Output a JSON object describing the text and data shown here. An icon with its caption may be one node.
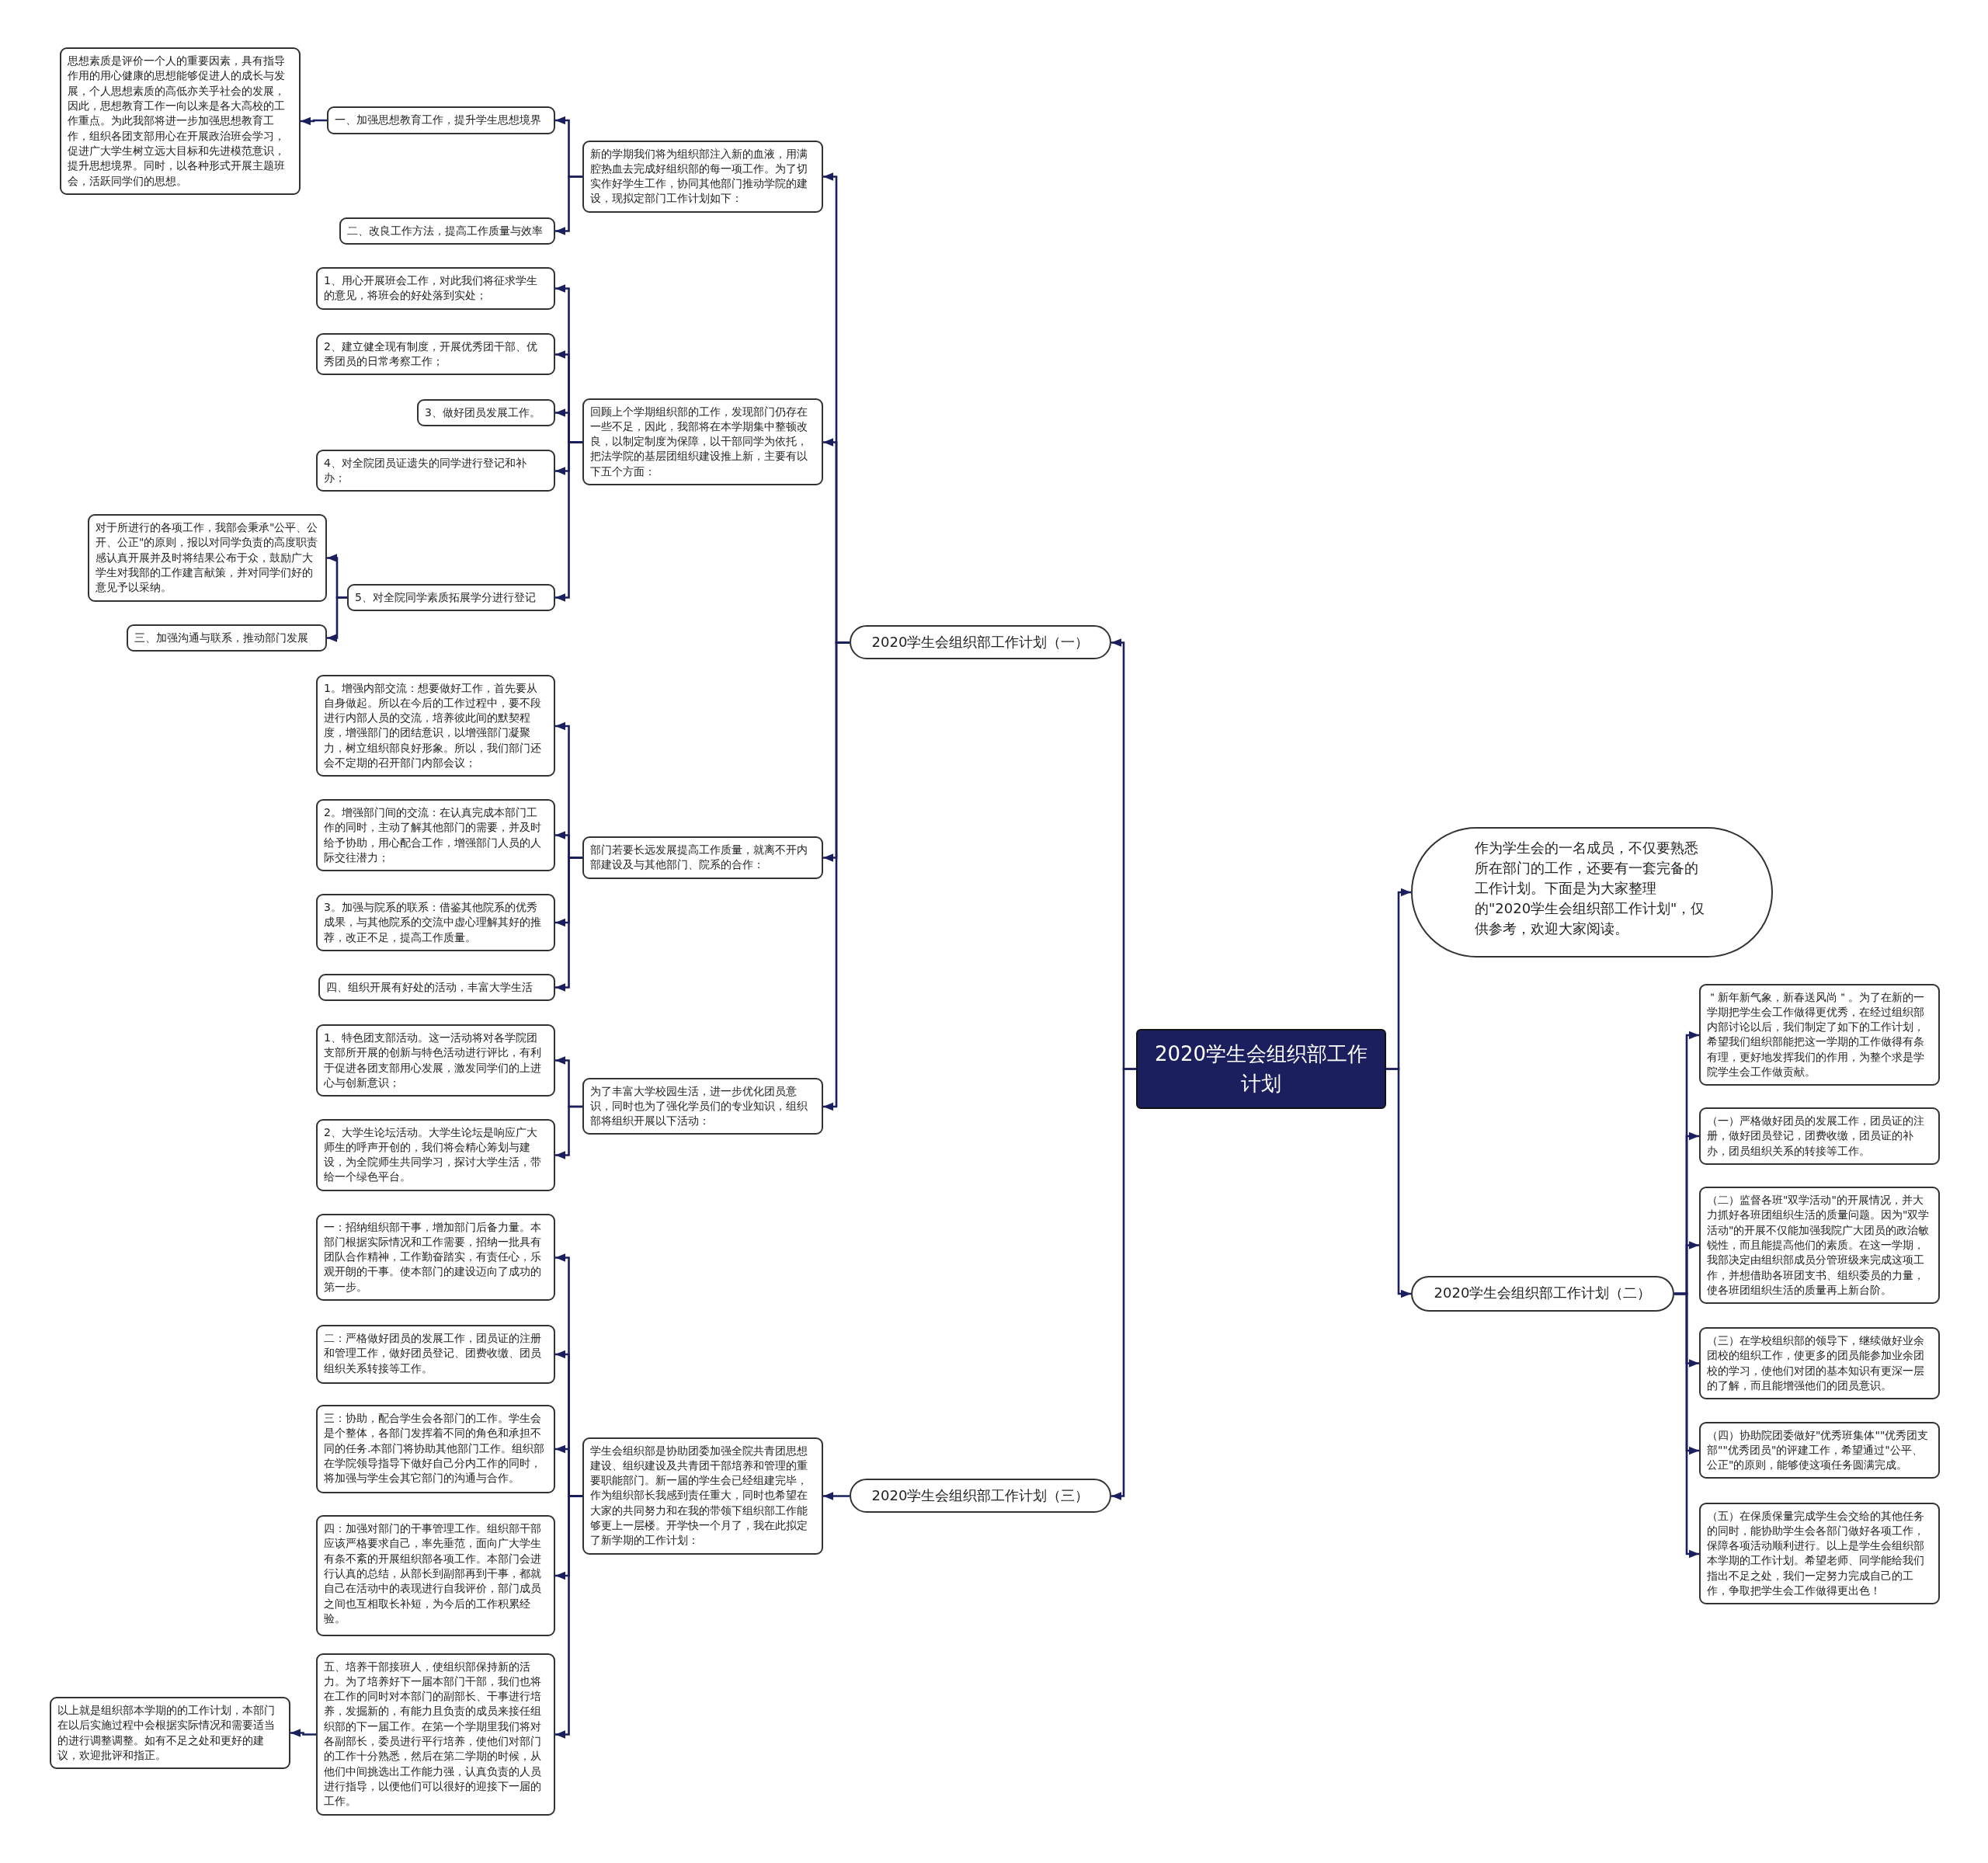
{
  "diagram": {
    "nodes": [
      {
        "text": [
          "2020学生会组织部工作计划"
        ]
      },
      {
        "text": [
          "作为学生会的一名成员，不仅要熟悉所在部门的工作，还要有一套完备的工作计划。下面是为大家整理的\"2020学生会组织部工作计划\"，仅供参考，欢迎大家阅读。"
        ]
      },
      {
        "text": [
          "2020学生会组织部工作计划（二）"
        ]
      },
      {
        "text": [
          "＂新年新气象，新春送风尚＂。为了在新的一学期把学生会工作做得更优秀，在经过组织部内部讨论以后，我们制定了如下的工作计划，希望我们组织部能把这一学期的工作做得有条有理，更好地发挥我们的作用，为整个求是学院学生会工作做贡献。"
        ]
      },
      {
        "text": [
          "（一）严格做好团员的发展工作，团员证的注册，做好团员登记，团费收缴，团员证的补办，团员组织关系的转接等工作。"
        ]
      },
      {
        "text": [
          "（二）监督各班\"双学活动\"的开展情况，并大力抓好各班团组织生活的质量问题。因为\"双学活动\"的开展不仅能加强我院广大团员的政治敏锐性，而且能提高他们的素质。在这一学期，我部决定由组织部成员分管班级来完成这项工作，并想借助各班团支书、组织委员的力量，使各班团组织生活的质量再上新台阶。"
        ]
      },
      {
        "text": [
          "（三）在学校组织部的领导下，继续做好业余团校的组织工作，使更多的团员能参加业余团校的学习，使他们对团的基本知识有更深一层的了解，而且能增强他们的团员意识。"
        ]
      },
      {
        "text": [
          "（四）协助院团委做好\"优秀班集体\"\"优秀团支部\"\"优秀团员\"的评建工作，希望通过\"公平、公正\"的原则，能够使这项任务圆满完成。"
        ]
      },
      {
        "text": [
          "（五）在保质保量完成学生会交给的其他任务的同时，能协助学生会各部门做好各项工作，保障各项活动顺利进行。以上是学生会组织部本学期的工作计划。希望老师、同学能给我们指出不足之处，我们一定努力完成自己的工作，争取把学生会工作做得更出色！"
        ]
      },
      {
        "text": [
          "2020学生会组织部工作计划（一）"
        ]
      },
      {
        "text": [
          "2020学生会组织部工作计划（三）"
        ]
      },
      {
        "text": [
          "新的学期我们将为组织部注入新的血液，用满腔热血去完成好组织部的每一项工作。为了切实作好学生工作，协同其他部门推动学院的建设，现拟定部门工作计划如下："
        ]
      },
      {
        "text": [
          "回顾上个学期组织部的工作，发现部门仍存在一些不足，因此，我部将在本学期集中整顿改良，以制定制度为保障，以干部同学为依托，把法学院的基层团组织建设推上新，主要有以下五个方面："
        ]
      },
      {
        "text": [
          "部门若要长远发展提高工作质量，就离不开内部建设及与其他部门、院系的合作："
        ]
      },
      {
        "text": [
          "为了丰富大学校园生活，进一步优化团员意识，同时也为了强化学员们的专业知识，组织部将组织开展以下活动："
        ]
      },
      {
        "text": [
          "一、加强思想教育工作，提升学生思想境界"
        ]
      },
      {
        "text": [
          "思想素质是评价一个人的重要因素，具有指导作用的用心健康的思想能够促进人的成长与发展，个人思想素质的高低亦关乎社会的发展，因此，思想教育工作一向以来是各大高校的工作重点。为此我部将进一步加强思想教育工作，组织各团支部用心在开展政治班会学习，促进广大学生树立远大目标和先进模范意识，提升思想境界。同时，以各种形式开展主题班会，活跃同学们的思想。"
        ]
      },
      {
        "text": [
          "二、改良工作方法，提高工作质量与效率"
        ]
      },
      {
        "text": [
          "1、用心开展班会工作，对此我们将征求学生的意见，将班会的好处落到实处；"
        ]
      },
      {
        "text": [
          "2、建立健全现有制度，开展优秀团干部、优秀团员的日常考察工作；"
        ]
      },
      {
        "text": [
          "3、做好团员发展工作。"
        ]
      },
      {
        "text": [
          "4、对全院团员证遗失的同学进行登记和补办；"
        ]
      },
      {
        "text": [
          "5、对全院同学素质拓展学分进行登记"
        ]
      },
      {
        "text": [
          "对于所进行的各项工作，我部会秉承\"公平、公开、公正\"的原则，报以对同学负责的高度职责感认真开展并及时将结果公布于众，鼓励广大学生对我部的工作建言献策，并对同学们好的意见予以采纳。"
        ]
      },
      {
        "text": [
          "三、加强沟通与联系，推动部门发展"
        ]
      },
      {
        "text": [
          "1。增强内部交流：想要做好工作，首先要从自身做起。所以在今后的工作过程中，要不段进行内部人员的交流，培养彼此间的默契程度，增强部门的团结意识，以增强部门凝聚力，树立组织部良好形象。所以，我们部门还会不定期的召开部门内部会议；"
        ]
      },
      {
        "text": [
          "2。增强部门间的交流：在认真完成本部门工作的同时，主动了解其他部门的需要，并及时给予协助，用心配合工作，增强部门人员的人际交往潜力；"
        ]
      },
      {
        "text": [
          "3。加强与院系的联系：借鉴其他院系的优秀成果，与其他院系的交流中虚心理解其好的推荐，改正不足，提高工作质量。"
        ]
      },
      {
        "text": [
          "四、组织开展有好处的活动，丰富大学生活"
        ]
      },
      {
        "text": [
          "1、特色团支部活动。这一活动将对各学院团支部所开展的创新与特色活动进行评比，有利于促进各团支部用心发展，激发同学们的上进心与创新意识；"
        ]
      },
      {
        "text": [
          "2、大学生论坛活动。大学生论坛是响应广大师生的呼声开创的，我们将会精心筹划与建设，为全院师生共同学习，探讨大学生活，带给一个绿色平台。"
        ]
      },
      {
        "text": [
          "学生会组织部是协助团委加强全院共青团思想建设、组织建设及共青团干部培养和管理的重要职能部门。新一届的学生会已经组建完毕，作为组织部长我感到责任重大，同时也希望在大家的共同努力和在我的带领下组织部工作能够更上一层楼。开学快一个月了，我在此拟定了新学期的工作计划："
        ]
      },
      {
        "text": [
          "一：招纳组织部干事，增加部门后备力量。本部门根据实际情况和工作需要，招纳一批具有团队合作精神，工作勤奋踏实，有责任心，乐观开朗的干事。使本部门的建设迈向了成功的第一步。"
        ]
      },
      {
        "text": [
          "二：严格做好团员的发展工作，团员证的注册和管理工作，做好团员登记、团费收缴、团员组织关系转接等工作。"
        ]
      },
      {
        "text": [
          "三：协助，配合学生会各部门的工作。学生会是个整体，各部门发挥着不同的角色和承担不同的任务.本部门将协助其他部门工作。组织部在学院领导指导下做好自己分内工作的同时，将加强与学生会其它部门的沟通与合作。"
        ]
      },
      {
        "text": [
          "四：加强对部门的干事管理工作。组织部干部应该严格要求自己，率先垂范，面向广大学生有条不紊的开展组织部各项工作。本部门会进行认真的总结，从部长到副部再到干事，都就自己在活动中的表现进行自我评价，部门成员之间也互相取长补短，为今后的工作积累经验。"
        ]
      },
      {
        "text": [
          "五、培养干部接班人，使组织部保持新的活力。为了培养好下一届本部门干部，我们也将在工作的同时对本部门的副部长、干事进行培养，发掘新的，有能力且负责的成员来接任组织部的下一届工作。在第一个学期里我们将对各副部长，委员进行平行培养，使他们对部门的工作十分熟悉，然后在第二学期的时候，从他们中间挑选出工作能力强，认真负责的人员进行指导，以便他们可以很好的迎接下一届的工作。"
        ]
      },
      {
        "text": [
          "以上就是组织部本学期的的工作计划，本部门在以后实施过程中会根据实际情况和需要适当的进行调整调整。如有不足之处和更好的建议，欢迎批评和指正。"
        ]
      }
    ],
    "edges": [
      {
        "from": 0,
        "to": 1,
        "arrow": "to"
      },
      {
        "from": 0,
        "to": 2,
        "arrow": "to"
      },
      {
        "from": 2,
        "to": 3,
        "arrow": "to"
      },
      {
        "from": 2,
        "to": 4,
        "arrow": "to"
      },
      {
        "from": 2,
        "to": 5,
        "arrow": "to"
      },
      {
        "from": 2,
        "to": 6,
        "arrow": "to"
      },
      {
        "from": 2,
        "to": 7,
        "arrow": "to"
      },
      {
        "from": 2,
        "to": 8,
        "arrow": "to"
      },
      {
        "from": 0,
        "to": 9,
        "arrow": "to"
      },
      {
        "from": 0,
        "to": 10,
        "arrow": "to"
      },
      {
        "from": 9,
        "to": 11,
        "arrow": "to"
      },
      {
        "from": 9,
        "to": 12,
        "arrow": "to"
      },
      {
        "from": 9,
        "to": 13,
        "arrow": "to"
      },
      {
        "from": 9,
        "to": 14,
        "arrow": "to"
      },
      {
        "from": 11,
        "to": 15,
        "arrow": "to"
      },
      {
        "from": 15,
        "to": 16,
        "arrow": "to"
      },
      {
        "from": 11,
        "to": 17,
        "arrow": "to"
      },
      {
        "from": 12,
        "to": 18,
        "arrow": "to"
      },
      {
        "from": 12,
        "to": 19,
        "arrow": "to"
      },
      {
        "from": 12,
        "to": 20,
        "arrow": "to"
      },
      {
        "from": 12,
        "to": 21,
        "arrow": "to"
      },
      {
        "from": 12,
        "to": 22,
        "arrow": "to"
      },
      {
        "from": 22,
        "to": 23,
        "arrow": "to"
      },
      {
        "from": 22,
        "to": 24,
        "arrow": "to"
      },
      {
        "from": 13,
        "to": 25,
        "arrow": "to"
      },
      {
        "from": 13,
        "to": 26,
        "arrow": "to"
      },
      {
        "from": 13,
        "to": 27,
        "arrow": "to"
      },
      {
        "from": 13,
        "to": 28,
        "arrow": "to"
      },
      {
        "from": 14,
        "to": 29,
        "arrow": "to"
      },
      {
        "from": 14,
        "to": 30,
        "arrow": "to"
      },
      {
        "from": 10,
        "to": 31,
        "arrow": "to"
      },
      {
        "from": 31,
        "to": 32,
        "arrow": "to"
      },
      {
        "from": 31,
        "to": 33,
        "arrow": "to"
      },
      {
        "from": 31,
        "to": 34,
        "arrow": "to"
      },
      {
        "from": 31,
        "to": 35,
        "arrow": "to"
      },
      {
        "from": 31,
        "to": 36,
        "arrow": "to"
      },
      {
        "from": 36,
        "to": 37,
        "arrow": "to"
      }
    ]
  }
}
